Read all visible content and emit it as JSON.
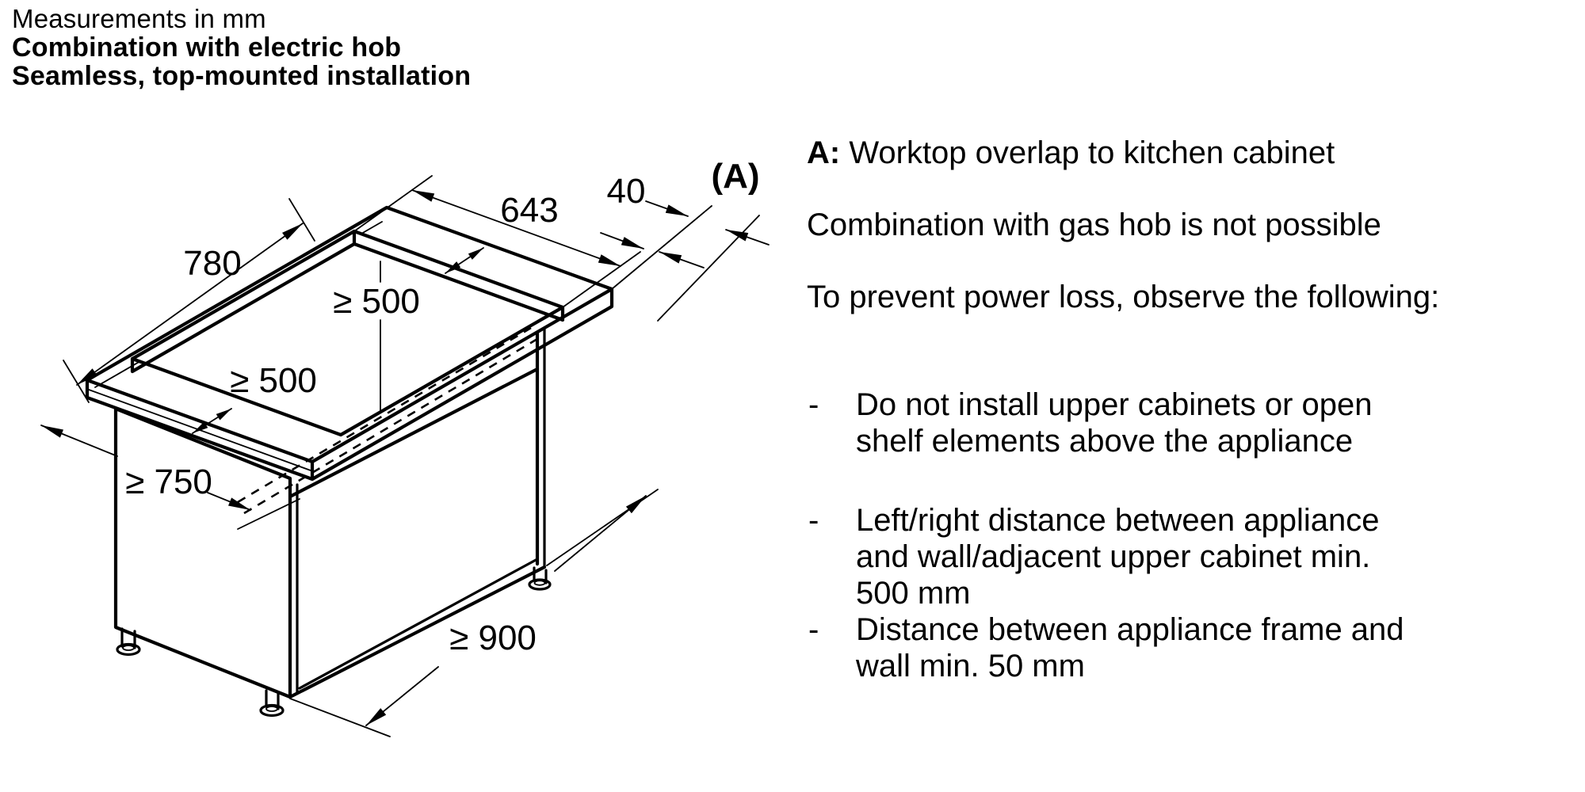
{
  "ink_color": "#000000",
  "background_color": "#ffffff",
  "title": {
    "line1": "Measurements in mm",
    "line2": "Combination with electric hob",
    "line3": "Seamless, top-mounted installation"
  },
  "diagram": {
    "type": "isometric-installation-drawing",
    "dimensions": {
      "cutout_depth": "780",
      "cutout_width": "643",
      "edge_distance": "40",
      "worktop_overlap": "(A)",
      "clearance_above": "≥ 500",
      "clearance_side": "≥ 500",
      "worktop_height": "≥ 750",
      "cabinet_width": "≥ 900"
    }
  },
  "notes": {
    "overlap_prefix": "A:",
    "overlap_text": "Worktop overlap to kitchen cabinet",
    "gas": "Combination with gas hob is not possible",
    "power": "To prevent power loss, observe the following:",
    "bullet_marker": "-",
    "bullets": [
      {
        "lines": [
          "Do not install upper cabinets or open",
          "shelf elements above the appliance"
        ]
      },
      {
        "lines": [
          "Left/right distance between appliance",
          "and wall/adjacent upper cabinet min.",
          "500 mm"
        ]
      },
      {
        "lines": [
          "Distance between appliance frame and",
          "wall min. 50 mm"
        ]
      }
    ]
  }
}
